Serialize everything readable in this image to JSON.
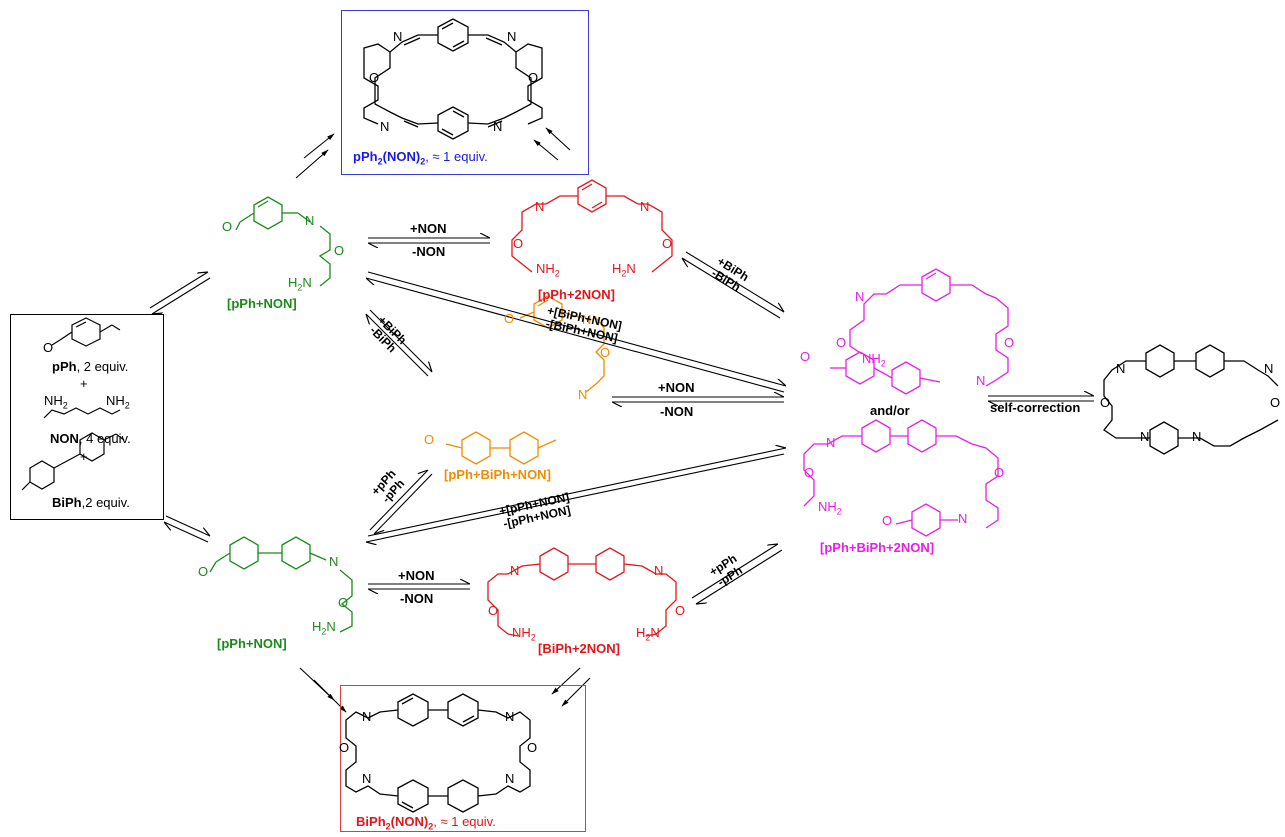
{
  "start": {
    "pph_line": "pPh, 2 equiv.",
    "pph_name": "pPh",
    "pph_equiv": ", 2 equiv.",
    "plus1": "+",
    "non_name": "NON",
    "non_equiv": ", 4 equiv.",
    "plus2": "+",
    "biph_name": "BiPh",
    "biph_equiv": ",2 equiv.",
    "nh2_a": "NH2",
    "nh2_b": "NH2",
    "o": "O"
  },
  "intermediates": {
    "pph_non_top": "[pPh+NON]",
    "pph_non_bottom": "[pPh+NON]",
    "pph_2non": "[pPh+2NON]",
    "biph_2non": "[BiPh+2NON]",
    "pph_biph_non": "[pPh+BiPh+NON]",
    "pph_biph_2non": "[pPh+BiPh+2NON]",
    "and_or": "and/or"
  },
  "products": {
    "top_name": "pPh2(NON)2",
    "top_equiv": ", ≈ 1 equiv.",
    "bottom_name": "BiPh2(NON)2",
    "bottom_equiv": ", ≈ 1 equiv."
  },
  "arrows": {
    "plus_non_1": "+NON",
    "minus_non_1": "-NON",
    "plus_non_2": "+NON",
    "minus_non_2": "-NON",
    "plus_non_3": "+NON",
    "minus_non_3": "-NON",
    "plus_biph_1": "+BiPh",
    "minus_biph_1": "-BiPh",
    "plus_biph_2": "+BiPh",
    "minus_biph_2": "-BiPh",
    "plus_pph_1": "+pPh",
    "minus_pph_1": "-pPh",
    "plus_pph_2": "+pPh",
    "minus_pph_2": "-pPh",
    "plus_biph_non": "+[BiPh+NON]",
    "minus_biph_non": "-[BiPh+NON]",
    "plus_pph_non": "+[pPh+NON]",
    "minus_pph_non": "-[pPh+NON]",
    "self_correction": "self-correction"
  },
  "atoms": {
    "N": "N",
    "O": "O",
    "NH2": "NH2",
    "H2N": "H2N"
  },
  "colors": {
    "green": "#1a8a1a",
    "red": "#e0161b",
    "magenta": "#e61ee6",
    "orange": "#f08c00",
    "blue": "#1a1ae6",
    "black": "#000000"
  }
}
